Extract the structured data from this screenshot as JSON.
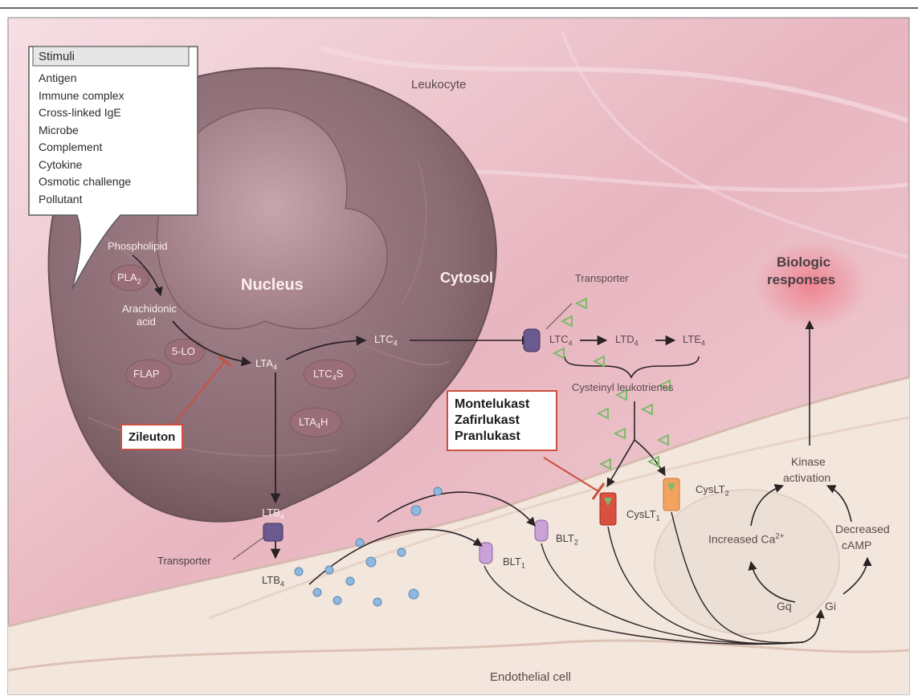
{
  "stimuli": {
    "title": "Stimuli",
    "items": [
      "Antigen",
      "Immune complex",
      "Cross-linked IgE",
      "Microbe",
      "Complement",
      "Cytokine",
      "Osmotic challenge",
      "Pollutant"
    ]
  },
  "labels": {
    "leukocyte": "Leukocyte",
    "nucleus": "Nucleus",
    "cytosol": "Cytosol",
    "phospholipid": "Phospholipid",
    "pla2": "PLA",
    "pla2_sub": "2",
    "arachidonic_1": "Arachidonic",
    "arachidonic_2": "acid",
    "five_lo": "5-LO",
    "flap": "FLAP",
    "lta4": "LTA",
    "lta4_sub": "4",
    "ltc4_inner": "LTC",
    "ltc4_inner_sub": "4",
    "ltc4s": "LTC",
    "ltc4s_sub": "4",
    "ltc4s_tail": "S",
    "lta4h": "LTA",
    "lta4h_sub": "4",
    "lta4h_tail": "H",
    "ltb4_inner": "LTB",
    "ltb4_inner_sub": "4",
    "ltb4_outer": "LTB",
    "ltb4_outer_sub": "4",
    "transporter_top": "Transporter",
    "transporter_bottom": "Transporter",
    "ltc4_out": "LTC",
    "ltc4_out_sub": "4",
    "ltd4": "LTD",
    "ltd4_sub": "4",
    "lte4": "LTE",
    "lte4_sub": "4",
    "cysteinyl": "Cysteinyl leukotrienes",
    "biologic_1": "Biologic",
    "biologic_2": "responses",
    "kinase_1": "Kinase",
    "kinase_2": "activation",
    "increased_ca": "Increased Ca",
    "increased_ca_sup": "2+",
    "decreased_1": "Decreased",
    "decreased_2": "cAMP",
    "gq": "Gq",
    "gi": "Gi",
    "blt1": "BLT",
    "blt1_sub": "1",
    "blt2": "BLT",
    "blt2_sub": "2",
    "cyslt1": "CysLT",
    "cyslt1_sub": "1",
    "cyslt2": "CysLT",
    "cyslt2_sub": "2",
    "endothelial": "Endothelial cell"
  },
  "drugs": {
    "zileuton": "Zileuton",
    "montelukast": "Montelukast",
    "zafirlukast": "Zafirlukast",
    "pranlukast": "Pranlukast"
  },
  "colors": {
    "background_pink": "#e7b3bd",
    "cell_body": "#8a6b73",
    "endothelium": "#f3e6dc",
    "inhibitor": "#c9503e",
    "arrow": "#2a2225",
    "ligand_green": "#7dbb6a",
    "ltb4_blue": "#7aa8d6"
  }
}
